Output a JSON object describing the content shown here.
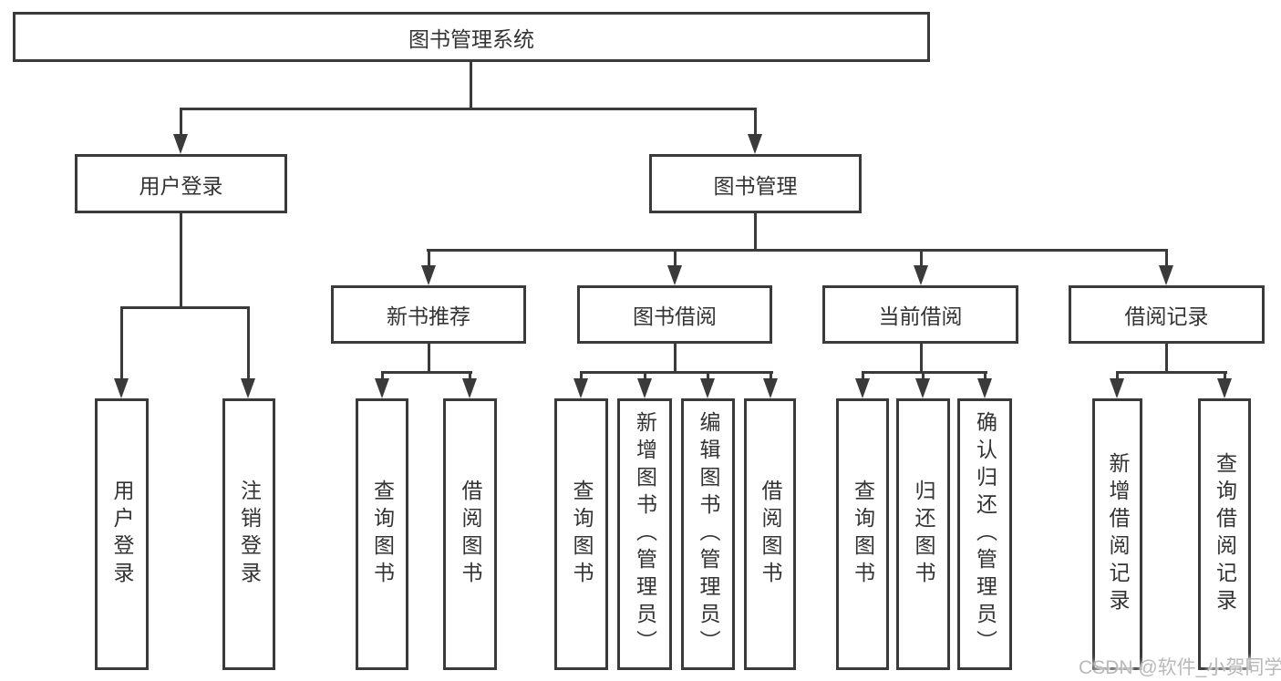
{
  "tree": {
    "root": {
      "label": "图书管理系统"
    },
    "level2": [
      {
        "label": "用户登录"
      },
      {
        "label": "图书管理"
      }
    ],
    "level3": [
      {
        "label": "新书推荐"
      },
      {
        "label": "图书借阅"
      },
      {
        "label": "当前借阅"
      },
      {
        "label": "借阅记录"
      }
    ],
    "leaves": {
      "login": [
        "用户登录",
        "注销登录"
      ],
      "newbook": [
        "查询图书",
        "借阅图书"
      ],
      "borrow": [
        "查询图书",
        "新增图书（管理员）",
        "编辑图书（管理员）",
        "借阅图书"
      ],
      "current": [
        "查询图书",
        "归还图书",
        "确认归还（管理员）"
      ],
      "records": [
        "新增借阅记录",
        "查询借阅记录"
      ]
    }
  },
  "watermark": {
    "text": "CSDN @软件_小贺同学"
  },
  "colors": {
    "line": "#3a3a3a",
    "text": "#333333",
    "watermark": "#b9b9b9",
    "background": "#ffffff"
  }
}
